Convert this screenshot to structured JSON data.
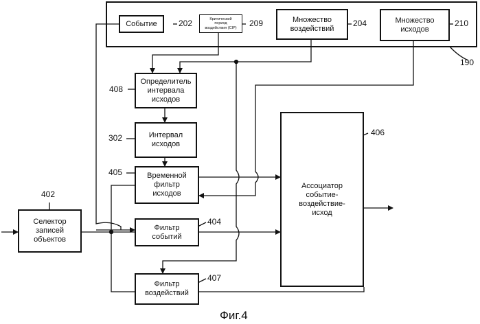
{
  "blocks": {
    "event": "Событие",
    "cip": "Критический\nпериод\nвоздействия (CIP)",
    "action_set": "Множество\nвоздействий",
    "outcome_set": "Множество\nисходов",
    "interval_determiner": "Определитель\nинтервала\nисходов",
    "interval": "Интервал\nисходов",
    "temporal_filter": "Временной\nфильтр\nисходов",
    "record_selector": "Селектор\nзаписей\nобъектов",
    "event_filter": "Фильтр\nсобытий",
    "action_filter": "Фильтр\nвоздействий",
    "associator": "Ассоциатор\nсобытие-\nвоздействие-\nисход"
  },
  "refs": {
    "r190": "190",
    "r202": "202",
    "r209": "209",
    "r204": "204",
    "r210": "210",
    "r408": "408",
    "r302": "302",
    "r405": "405",
    "r402": "402",
    "r404": "404",
    "r407": "407",
    "r406": "406"
  },
  "caption": "Фиг.4"
}
